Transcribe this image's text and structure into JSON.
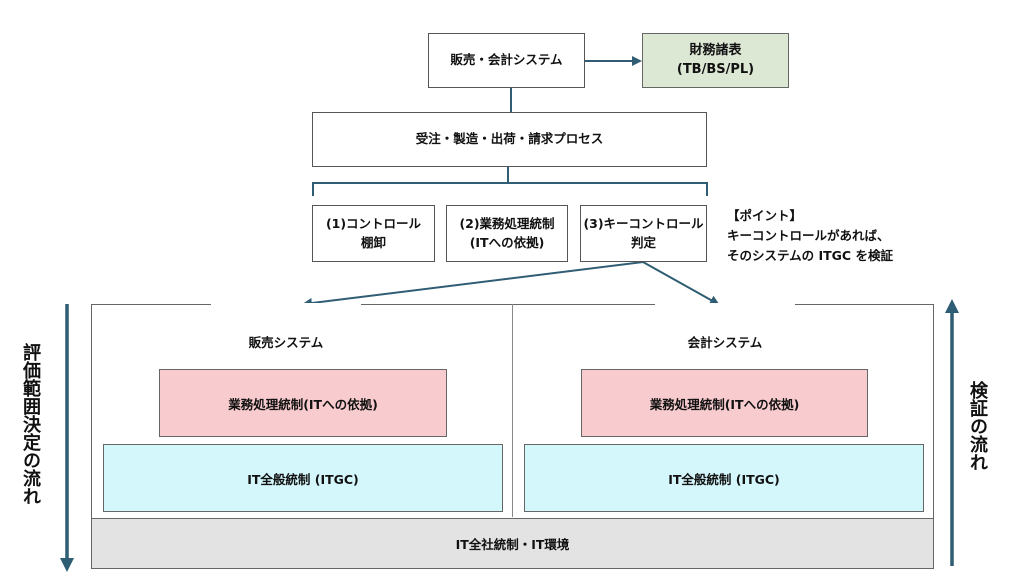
{
  "top_system": {
    "label": "販売・会計システム"
  },
  "financial": {
    "line1": "財務諸表",
    "line2": "(TB/BS/PL)"
  },
  "process": {
    "label": "受注・製造・出荷・請求プロセス"
  },
  "controls": [
    {
      "line1": "(1)コントロール",
      "line2": "棚卸"
    },
    {
      "line1": "(2)業務処理統制",
      "line2": "(ITへの依拠)"
    },
    {
      "line1": "(3)キーコントロール",
      "line2": "判定"
    }
  ],
  "point": {
    "title": "【ポイント】",
    "line1": "キーコントロールがあれば、",
    "line2": "そのシステムの ITGC を検証"
  },
  "systems": {
    "left": {
      "title": "販売システム",
      "app_control": "業務処理統制(ITへの依拠)",
      "itgc": "IT全般統制 (ITGC)"
    },
    "right": {
      "title": "会計システム",
      "app_control": "業務処理統制(ITへの依拠)",
      "itgc": "IT全般統制 (ITGC)"
    }
  },
  "bottom": {
    "label": "IT全社統制・IT環境"
  },
  "side_labels": {
    "left": "評価範囲決定の流れ",
    "right": "検証の流れ"
  },
  "colors": {
    "financial_fill": "#dde8d4",
    "app_control_fill": "#f8cccf",
    "itgc_fill": "#d4f7fb",
    "entity_fill": "#e3e3e3",
    "arrow": "#2f5d73"
  }
}
